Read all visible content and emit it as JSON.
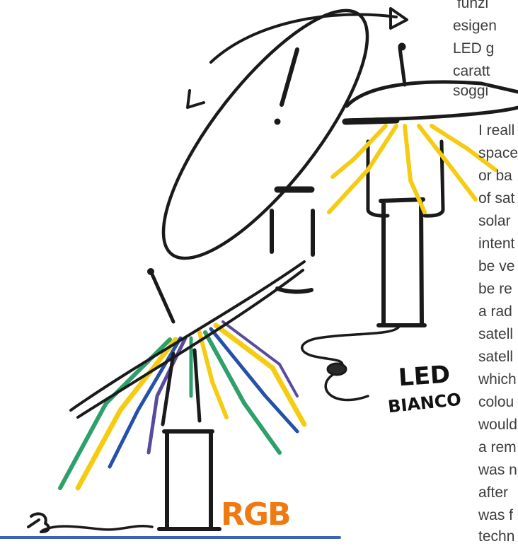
{
  "labels": {
    "led_line1": "LED",
    "led_line2": "BIANCO",
    "rgb": "RGB"
  },
  "colors": {
    "ink": "#1a1a1a",
    "yellow": "#f5cc12",
    "green": "#2ea06a",
    "blue": "#2450a8",
    "purple": "#5a4a9e",
    "orange": "#f07a12",
    "ground": "#3a64b8",
    "text": "#3d3d3d"
  },
  "text_column": {
    "italian": [
      " funzi",
      "esigen",
      "LED g",
      "caratt",
      "soggi"
    ],
    "english": [
      "I reall",
      "space",
      "or ba",
      "of sat",
      "solar",
      "intent",
      "be ve",
      "be re",
      "a rad",
      "satell",
      "satell",
      "which",
      "colou",
      "would",
      "a rem",
      "was n",
      "after",
      "was f",
      "techn"
    ]
  }
}
